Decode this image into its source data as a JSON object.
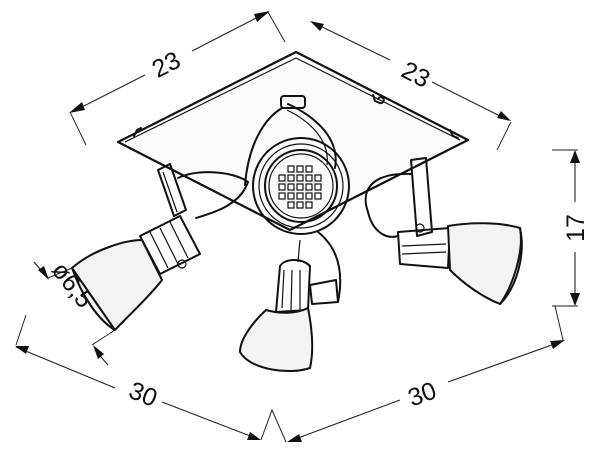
{
  "drawing": {
    "subject": "4-light ceiling spotlight fixture, square base plate",
    "dimensions": {
      "plate_side_left": "23",
      "plate_side_right": "23",
      "height": "17",
      "shade_diameter": "ø6,5",
      "overall_left": "30",
      "overall_right": "30"
    },
    "units_hint": "cm",
    "colors": {
      "line": "#111111",
      "background": "#ffffff",
      "fill": "#f3f3f1"
    }
  }
}
